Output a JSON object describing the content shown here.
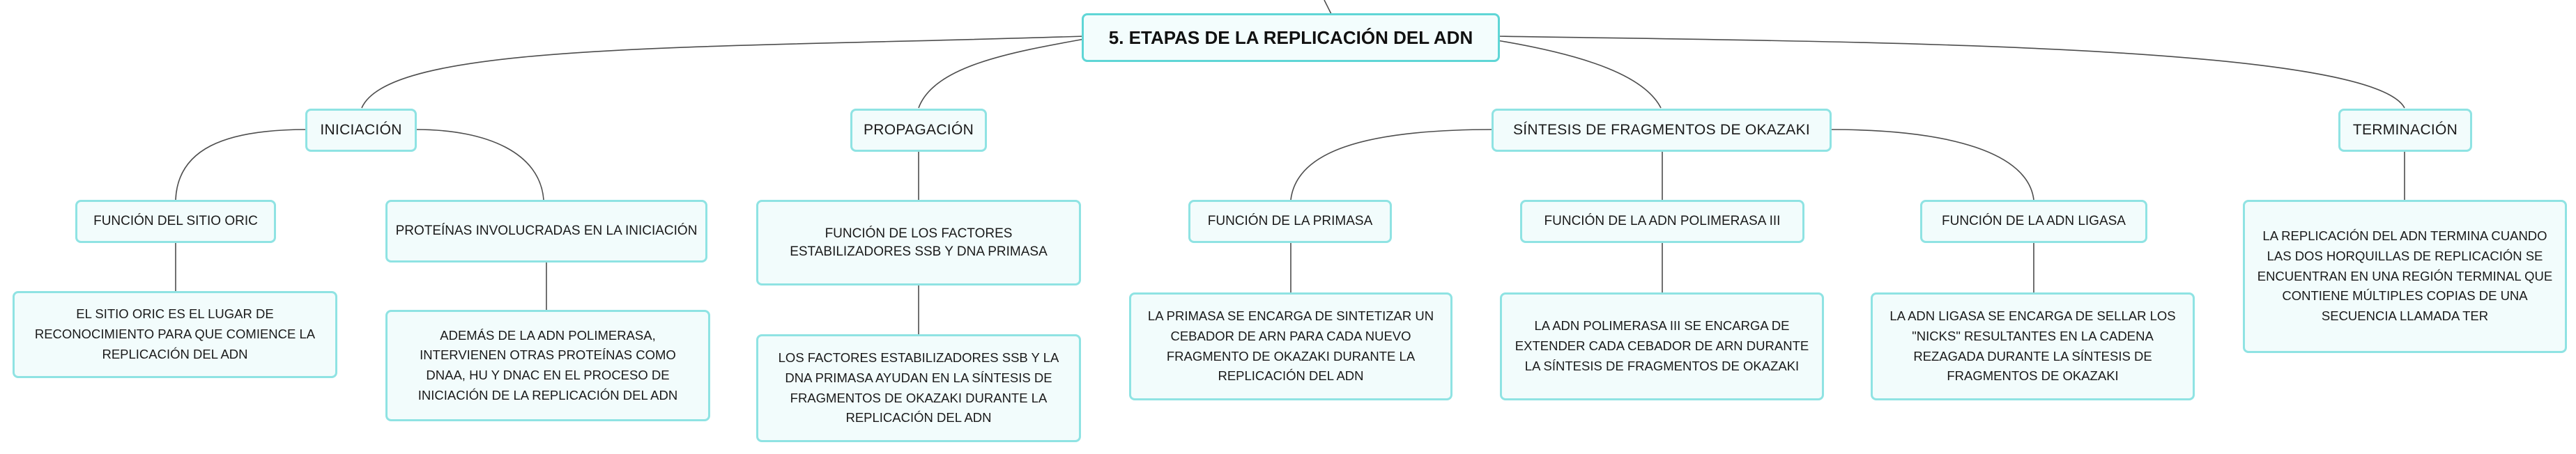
{
  "root": {
    "title": "5. ETAPAS DE LA REPLICACIÓN DEL ADN"
  },
  "branches": {
    "iniciacion": {
      "label": "INICIACIÓN",
      "sitio_oric": {
        "label": "FUNCIÓN DEL SITIO ORIC",
        "detail": "EL SITIO ORIC ES EL LUGAR DE RECONOCIMIENTO PARA QUE COMIENCE LA REPLICACIÓN DEL ADN"
      },
      "proteinas": {
        "label": "PROTEÍNAS INVOLUCRADAS EN LA INICIACIÓN",
        "detail": "ADEMÁS DE LA ADN POLIMERASA, INTERVIENEN OTRAS PROTEÍNAS COMO DNAA, HU Y DNAC EN EL PROCESO DE INICIACIÓN DE LA REPLICACIÓN DEL ADN"
      }
    },
    "propagacion": {
      "label": "PROPAGACIÓN",
      "factores": {
        "label": "FUNCIÓN DE LOS FACTORES ESTABILIZADORES SSB Y DNA PRIMASA",
        "detail": "LOS FACTORES ESTABILIZADORES SSB Y LA DNA PRIMASA AYUDAN EN LA SÍNTESIS DE FRAGMENTOS DE OKAZAKI DURANTE LA REPLICACIÓN DEL ADN"
      }
    },
    "okazaki": {
      "label": "SÍNTESIS DE FRAGMENTOS DE OKAZAKI",
      "primasa": {
        "label": "FUNCIÓN DE LA PRIMASA",
        "detail": "LA PRIMASA SE ENCARGA DE SINTETIZAR UN CEBADOR DE ARN PARA CADA NUEVO FRAGMENTO DE OKAZAKI DURANTE LA REPLICACIÓN DEL ADN"
      },
      "polimerasa": {
        "label": "FUNCIÓN DE LA ADN POLIMERASA III",
        "detail": "LA ADN POLIMERASA III SE ENCARGA DE EXTENDER CADA CEBADOR DE ARN DURANTE LA SÍNTESIS DE FRAGMENTOS DE OKAZAKI"
      },
      "ligasa": {
        "label": "FUNCIÓN DE LA ADN LIGASA",
        "detail": "LA ADN LIGASA SE ENCARGA DE SELLAR LOS \"NICKS\" RESULTANTES EN LA CADENA REZAGADA DURANTE LA SÍNTESIS DE FRAGMENTOS DE OKAZAKI"
      }
    },
    "terminacion": {
      "label": "TERMINACIÓN",
      "detail": "LA REPLICACIÓN DEL ADN TERMINA CUANDO LAS DOS HORQUILLAS DE REPLICACIÓN SE ENCUENTRAN EN UNA REGIÓN TERMINAL QUE CONTIENE MÚLTIPLES COPIAS DE UNA SECUENCIA LLAMADA TER"
    }
  },
  "colors": {
    "node_border": "#8fe3e3",
    "root_border": "#5fd6d6",
    "node_fill": "#f2fcfc",
    "connector": "#4d4d4d"
  }
}
